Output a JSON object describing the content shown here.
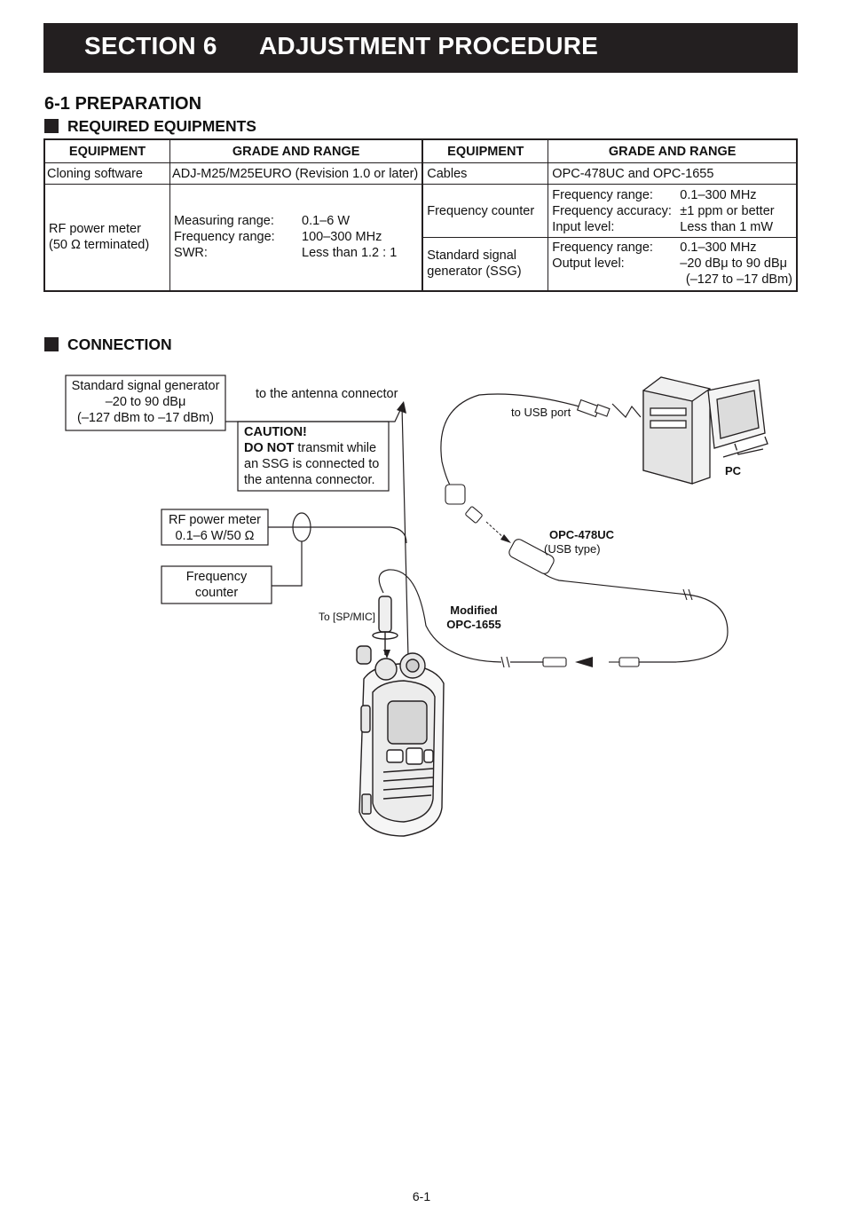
{
  "header": {
    "section": "SECTION 6",
    "title": "ADJUSTMENT PROCEDURE"
  },
  "preparation": {
    "title": "6-1 PREPARATION",
    "required_heading": "REQUIRED EQUIPMENTS",
    "table": {
      "headers": [
        "EQUIPMENT",
        "GRADE AND RANGE",
        "EQUIPMENT",
        "GRADE AND RANGE"
      ],
      "left": [
        {
          "equipment": "Cloning software",
          "grade": "ADJ-M25/M25EURO (Revision 1.0 or later)"
        },
        {
          "equipment_l1": "RF power meter",
          "equipment_l2": "(50 Ω terminated)",
          "rows": [
            {
              "k": "Measuring range:",
              "v": "0.1–6 W"
            },
            {
              "k": "Frequency range:",
              "v": "100–300 MHz"
            },
            {
              "k": "SWR:",
              "v": "Less than 1.2 : 1"
            }
          ]
        }
      ],
      "right": [
        {
          "equipment": "Cables",
          "grade": "OPC-478UC and OPC-1655"
        },
        {
          "equipment": "Frequency counter",
          "rows": [
            {
              "k": "Frequency range:",
              "v": "0.1–300 MHz"
            },
            {
              "k": "Frequency accuracy:",
              "v": "±1 ppm or better"
            },
            {
              "k": "Input level:",
              "v": "Less than 1 mW"
            }
          ]
        },
        {
          "equipment_l1": "Standard signal",
          "equipment_l2": "generator (SSG)",
          "rows": [
            {
              "k": "Frequency range:",
              "v": "0.1–300 MHz"
            },
            {
              "k": "Output level:",
              "v": "–20 dBμ to 90 dBμ"
            }
          ],
          "extra": "(–127 to –17 dBm)"
        }
      ]
    }
  },
  "connection": {
    "heading": "CONNECTION",
    "ssg_box": [
      "Standard signal generator",
      "–20 to 90 dBμ",
      "(–127 dBm to –17 dBm)"
    ],
    "to_antenna": "to the antenna connector",
    "caution": {
      "title": "CAUTION!",
      "bold": "DO NOT",
      "rest1": " transmit while",
      "line2": "an SSG is connected to",
      "line3": "the antenna connector."
    },
    "rf_box": [
      "RF power meter",
      "0.1–6 W/50 Ω"
    ],
    "freq_box": [
      "Frequency",
      "counter"
    ],
    "to_spmic": "To [SP/MIC]",
    "modified": [
      "Modified",
      "OPC-1655"
    ],
    "to_usb": "to USB port",
    "pc": "PC",
    "opc478": "OPC-478UC",
    "usb_type": "(USB type)"
  },
  "footer": {
    "page": "6-1"
  }
}
